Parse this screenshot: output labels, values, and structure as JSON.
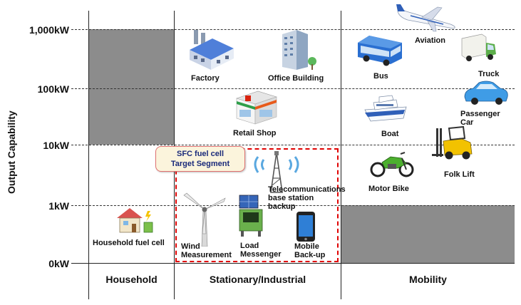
{
  "y_axis": {
    "label": "Output  Capability",
    "ticks": [
      "1,000kW",
      "100kW",
      "10kW",
      "1kW",
      "0kW"
    ]
  },
  "categories": [
    "Household",
    "Stationary/Industrial",
    "Mobility"
  ],
  "callout": {
    "line1": "SFC fuel cell",
    "line2": "Target Segment"
  },
  "items": {
    "household_fuel_cell": "Household fuel cell",
    "factory": "Factory",
    "office_building": "Office Building",
    "retail_shop": "Retail Shop",
    "telecom": "Telecommunications\nbase station\nbackup",
    "wind": "Wind\nMeasurement",
    "load_messenger": "Load\nMessenger",
    "mobile_backup": "Mobile\nBack-up",
    "aviation": "Aviation",
    "bus": "Bus",
    "truck": "Truck",
    "passenger_car": "Passenger\nCar",
    "boat": "Boat",
    "folk_lift": "Folk Lift",
    "motor_bike": "Motor Bike"
  },
  "colors": {
    "target_border": "#e00000",
    "gray_region": "#8c8c8c",
    "callout_bg": "#fbf4dc"
  }
}
